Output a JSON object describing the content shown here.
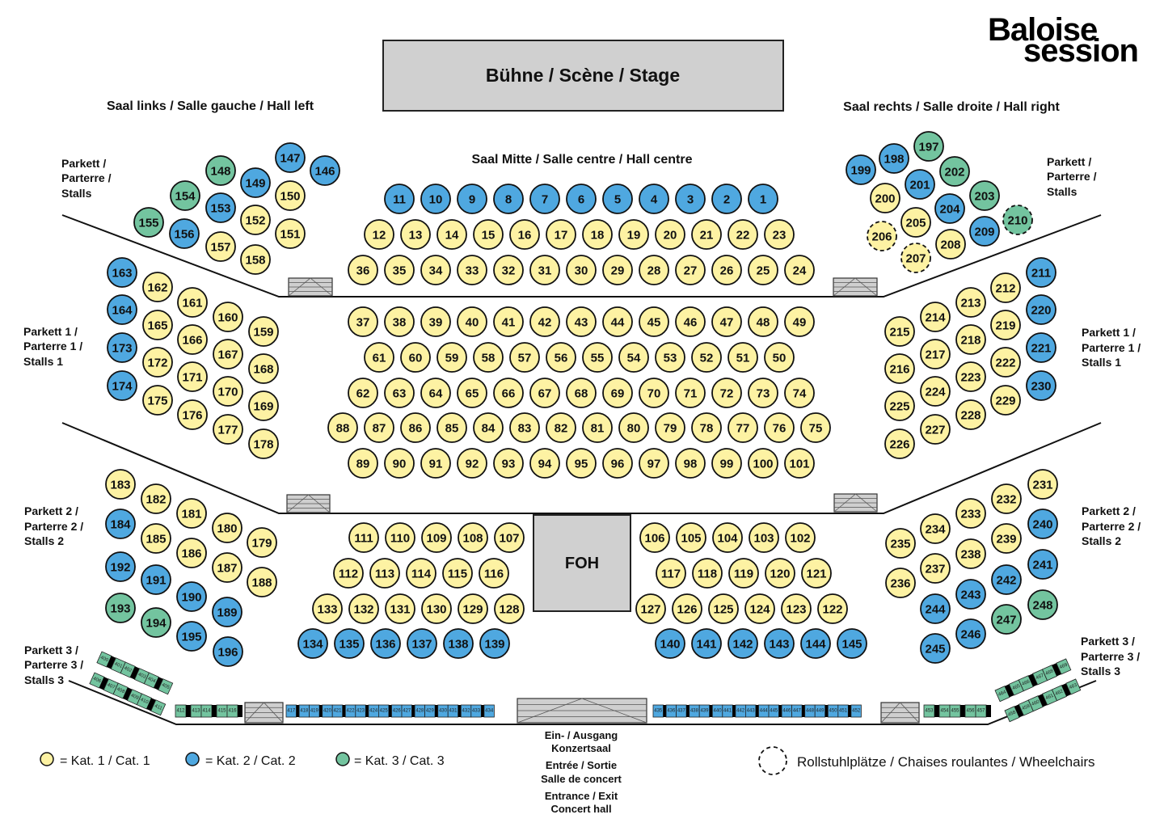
{
  "logo": {
    "line1": "Baloise",
    "line2": "session"
  },
  "stage": "Bühne / Scène / Stage",
  "foh": "FOH",
  "sections": {
    "hall_left": "Saal links / Salle gauche / Hall left",
    "hall_right": "Saal rechts / Salle droite / Hall right",
    "hall_centre": "Saal Mitte / Salle centre / Hall centre",
    "stalls_left": [
      "Parkett /",
      "Parterre /",
      "Stalls"
    ],
    "stalls_right": [
      "Parkett /",
      "Parterre /",
      "Stalls"
    ],
    "stalls1_left": [
      "Parkett 1 /",
      "Parterre 1 /",
      "Stalls 1"
    ],
    "stalls1_right": [
      "Parkett 1 /",
      "Parterre 1 /",
      "Stalls 1"
    ],
    "stalls2_left": [
      "Parkett 2 /",
      "Parterre 2 /",
      "Stalls 2"
    ],
    "stalls2_right": [
      "Parkett 2 /",
      "Parterre 2 /",
      "Stalls 2"
    ],
    "stalls3_left": [
      "Parkett 3 /",
      "Parterre 3 /",
      "Stalls 3"
    ],
    "stalls3_right": [
      "Parkett 3 /",
      "Parterre 3 /",
      "Stalls 3"
    ]
  },
  "exit": [
    "Ein- / Ausgang",
    "Konzertsaal",
    "Entrée / Sortie",
    "Salle de concert",
    "Entrance / Exit",
    "Concert hall"
  ],
  "legend": {
    "kat1": "= Kat. 1 / Cat. 1",
    "kat2": "= Kat. 2 / Cat. 2",
    "kat3": "= Kat. 3 / Cat. 3",
    "wheelchair": "Rollstuhlplätze / Chaises roulantes / Wheelchairs"
  },
  "colors": {
    "kat1": "#fdf2a3",
    "kat2": "#4fa8e0",
    "kat3": "#73c49f",
    "stairs": "#cfcfcf"
  },
  "seats": {
    "kat1": [
      12,
      13,
      14,
      15,
      16,
      17,
      18,
      19,
      20,
      21,
      22,
      23,
      24,
      25,
      26,
      27,
      28,
      29,
      30,
      31,
      32,
      33,
      34,
      35,
      36,
      37,
      38,
      39,
      40,
      41,
      42,
      43,
      44,
      45,
      46,
      47,
      48,
      49,
      50,
      51,
      52,
      53,
      54,
      55,
      56,
      57,
      58,
      59,
      60,
      61,
      62,
      63,
      64,
      65,
      66,
      67,
      68,
      69,
      70,
      71,
      72,
      73,
      74,
      75,
      76,
      77,
      78,
      79,
      80,
      81,
      82,
      83,
      84,
      85,
      86,
      87,
      88,
      89,
      90,
      91,
      92,
      93,
      94,
      95,
      96,
      97,
      98,
      99,
      100,
      101,
      102,
      103,
      104,
      105,
      106,
      107,
      108,
      109,
      110,
      111,
      112,
      113,
      114,
      115,
      116,
      117,
      118,
      119,
      120,
      121,
      122,
      123,
      124,
      125,
      126,
      127,
      128,
      129,
      130,
      131,
      132,
      133,
      150,
      151,
      152,
      157,
      158,
      159,
      160,
      161,
      162,
      165,
      166,
      167,
      168,
      169,
      170,
      171,
      172,
      175,
      176,
      177,
      178,
      179,
      180,
      181,
      182,
      183,
      185,
      186,
      187,
      188,
      200,
      205,
      206,
      207,
      208,
      212,
      213,
      214,
      215,
      216,
      217,
      218,
      219,
      222,
      223,
      224,
      225,
      226,
      227,
      228,
      229,
      231,
      232,
      233,
      234,
      235,
      236,
      237,
      238,
      239
    ],
    "kat2": [
      1,
      2,
      3,
      4,
      5,
      6,
      7,
      8,
      9,
      10,
      11,
      134,
      135,
      136,
      137,
      138,
      139,
      140,
      141,
      142,
      143,
      144,
      145,
      146,
      147,
      149,
      153,
      156,
      163,
      164,
      173,
      174,
      184,
      189,
      190,
      191,
      192,
      195,
      196,
      198,
      199,
      201,
      204,
      209,
      211,
      220,
      221,
      230,
      240,
      241,
      242,
      243,
      244,
      245,
      246,
      417,
      418,
      419,
      420,
      421,
      422,
      423,
      424,
      425,
      426,
      427,
      428,
      429,
      430,
      431,
      432,
      433,
      434,
      435,
      436,
      437,
      438,
      439,
      440,
      441,
      442,
      443,
      444,
      445,
      446,
      447,
      448,
      449,
      450,
      451,
      452
    ],
    "kat3": [
      148,
      154,
      155,
      193,
      194,
      197,
      202,
      203,
      210,
      247,
      248,
      400,
      401,
      402,
      403,
      404,
      405,
      406,
      407,
      408,
      409,
      410,
      411,
      412,
      413,
      414,
      415,
      416,
      453,
      454,
      455,
      456,
      457,
      458,
      459,
      460,
      461,
      462,
      463,
      464,
      465,
      466,
      467,
      468,
      469
    ]
  },
  "wheelchair": [
    206,
    207,
    210
  ]
}
